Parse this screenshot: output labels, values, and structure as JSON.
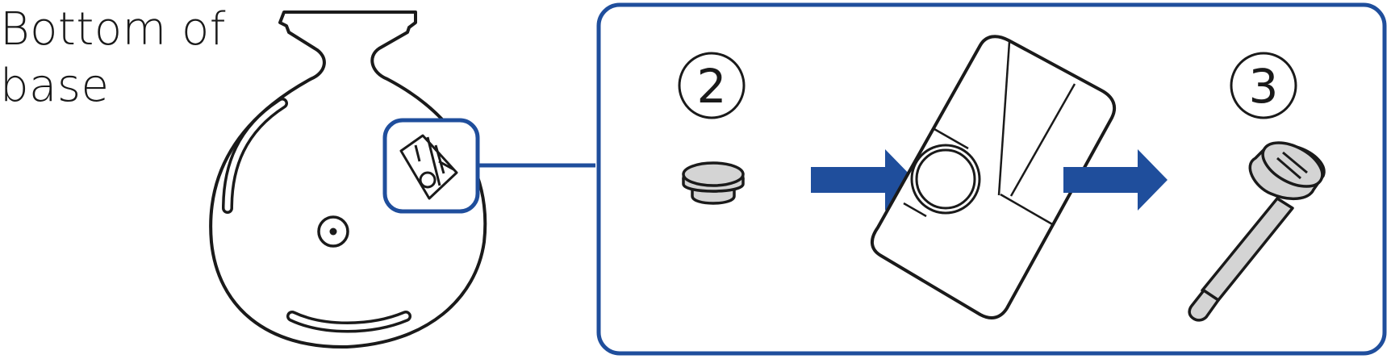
{
  "caption": {
    "line1": "Bottom of",
    "line2": "base"
  },
  "steps": [
    {
      "number": "2"
    },
    {
      "number": "3"
    }
  ],
  "colors": {
    "accent": "#1f4e9c",
    "arrow": "#1f4e9c",
    "line": "#1a1a1a",
    "part_fill": "#d4d4d4"
  },
  "icons": [
    "rubber-cap-icon",
    "screw-icon",
    "arrow-right-icon",
    "mount-bracket-icon",
    "base-bottom-icon"
  ]
}
